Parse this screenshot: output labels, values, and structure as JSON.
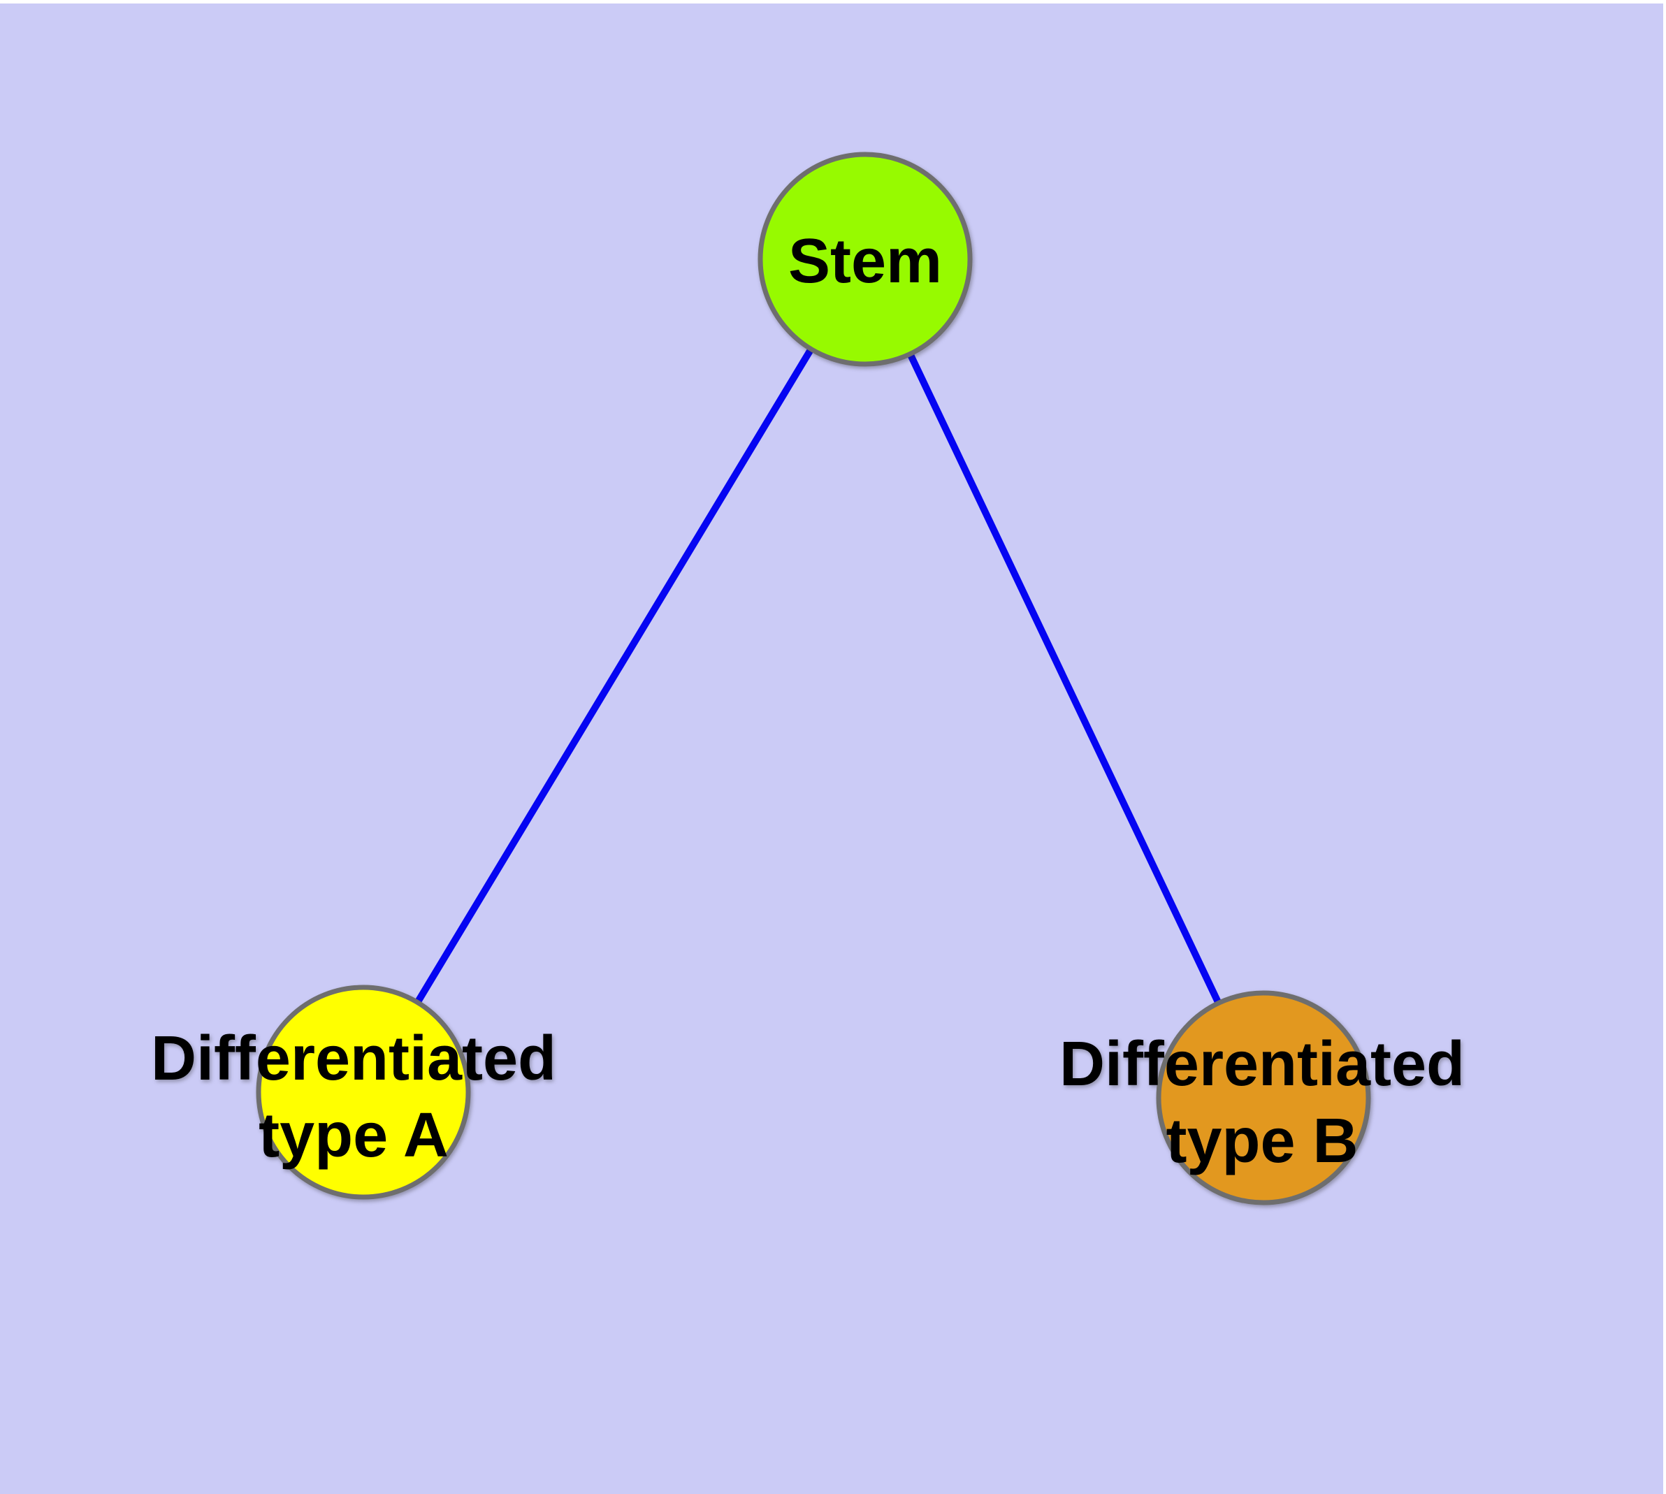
{
  "diagram": {
    "type": "graph",
    "background_color": "#CBCBF6",
    "frame_color": "#FFFFFF",
    "edge_color": "#0505F2",
    "node_border_color": "#6E6E6E",
    "text_color": "#000000",
    "nodes": {
      "stem": {
        "label": "Stem",
        "fill": "#97FA00",
        "shape": "circle"
      },
      "type_a": {
        "label_line1": "Differentiated",
        "label_line2": "type A",
        "fill": "#FFFF00",
        "shape": "circle"
      },
      "type_b": {
        "label_line1": "Differentiated",
        "label_line2": "type B",
        "fill": "#E2981F",
        "shape": "circle"
      }
    },
    "edges": [
      {
        "from": "Stem",
        "to": "Differentiated type A"
      },
      {
        "from": "Stem",
        "to": "Differentiated type B"
      }
    ]
  }
}
